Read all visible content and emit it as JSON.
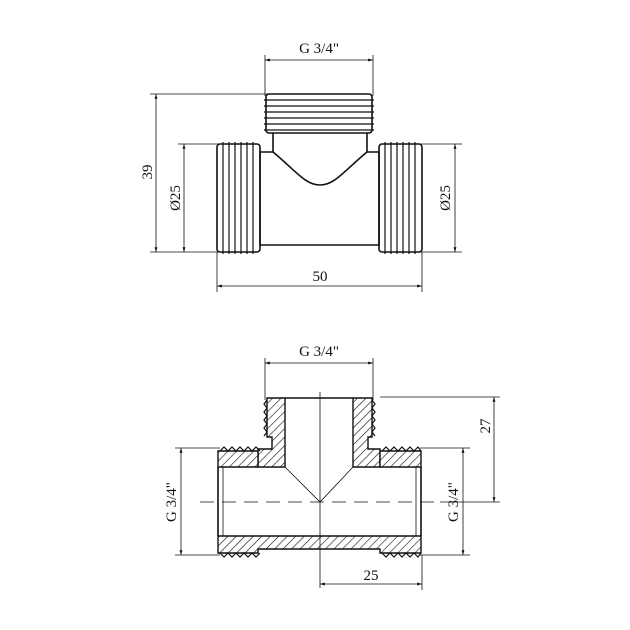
{
  "top_view": {
    "branch_thread_label": "G 3/4\"",
    "height_label": "39",
    "left_diameter_label": "Ø25",
    "right_diameter_label": "Ø25",
    "length_label": "50"
  },
  "section_view": {
    "branch_thread_label": "G 3/4\"",
    "branch_height_label": "27",
    "left_thread_label": "G 3/4\"",
    "right_thread_label": "G 3/4\"",
    "half_length_label": "25"
  }
}
